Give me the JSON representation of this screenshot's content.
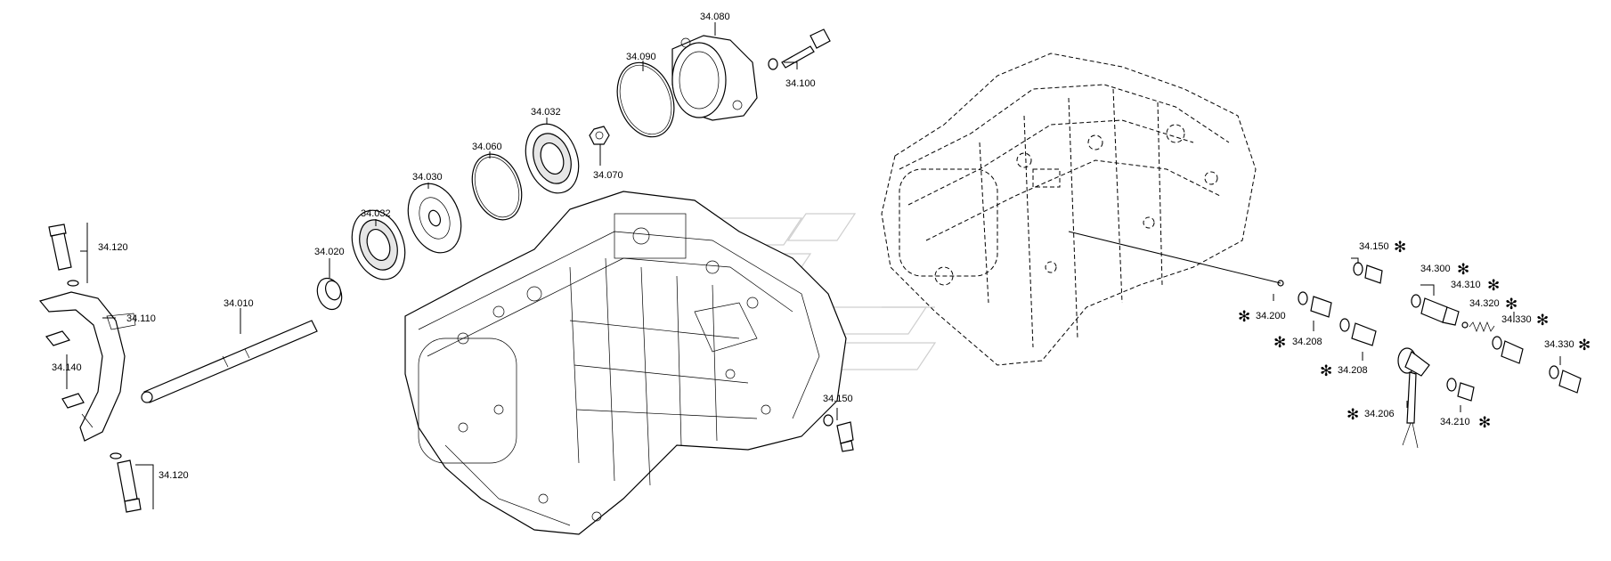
{
  "labels": {
    "l34080": "34.080",
    "l34090": "34.090",
    "l34100": "34.100",
    "l34032a": "34.032",
    "l34060": "34.060",
    "l34070": "34.070",
    "l34030": "34.030",
    "l34032b": "34.032",
    "l34020": "34.020",
    "l34010": "34.010",
    "l34120a": "34.120",
    "l34110": "34.110",
    "l34140": "34.140",
    "l34120b": "34.120",
    "l34150a": "34.150",
    "l34150b": "34.150",
    "l34300": "34.300",
    "l34310": "34.310",
    "l34320": "34.320",
    "l34200": "34.200",
    "l34208a": "34.208",
    "l34208b": "34.208",
    "l34330a": "34.330",
    "l34330b": "34.330",
    "l34206": "34.206",
    "l34210": "34.210"
  },
  "asterisk": "✻"
}
